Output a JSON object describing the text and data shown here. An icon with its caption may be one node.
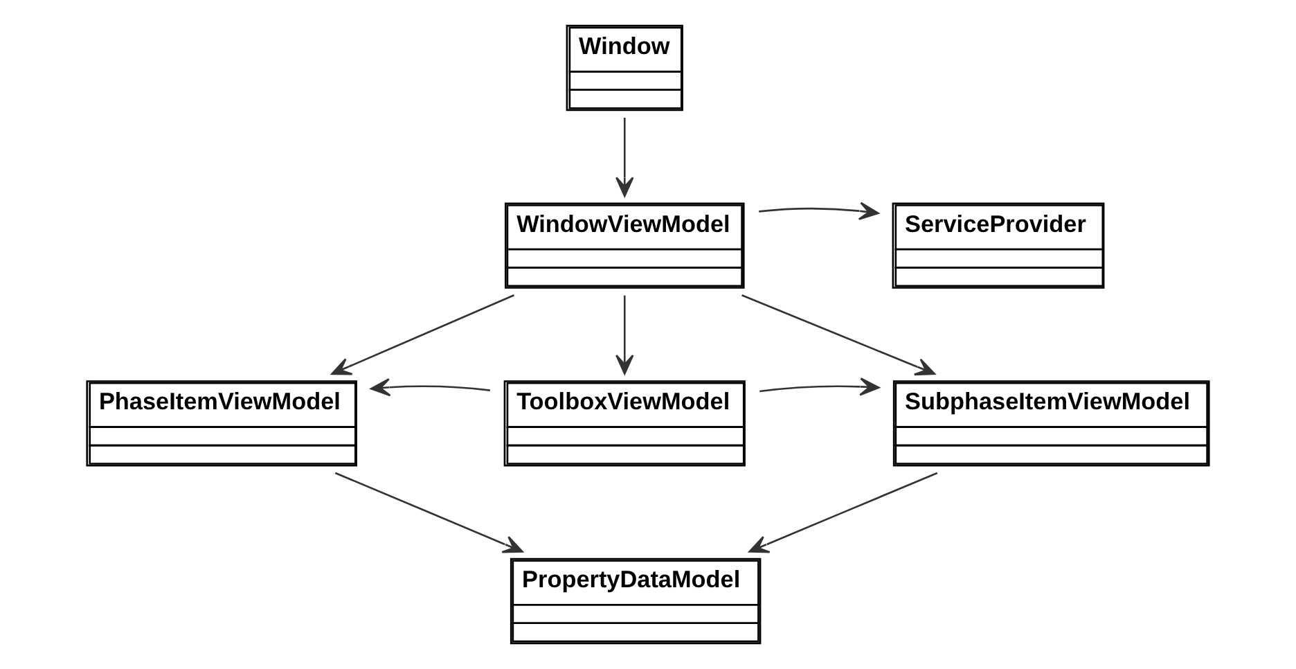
{
  "diagram": {
    "nodes": [
      {
        "text": [
          "Window"
        ]
      },
      {
        "text": [
          "WindowViewModel"
        ]
      },
      {
        "text": [
          "ServiceProvider"
        ]
      },
      {
        "text": [
          "PhaseItemViewModel"
        ]
      },
      {
        "text": [
          "ToolboxViewModel"
        ]
      },
      {
        "text": [
          "SubphaseItemViewModel"
        ]
      },
      {
        "text": [
          "PropertyDataModel"
        ]
      }
    ],
    "edges": [
      {
        "from": 0,
        "to": 1,
        "arrow": "to"
      },
      {
        "from": 1,
        "to": 2,
        "arrow": "to"
      },
      {
        "from": 1,
        "to": 3,
        "arrow": "to"
      },
      {
        "from": 1,
        "to": 4,
        "arrow": "to"
      },
      {
        "from": 1,
        "to": 5,
        "arrow": "to"
      },
      {
        "from": 4,
        "to": 3,
        "arrow": "to"
      },
      {
        "from": 4,
        "to": 5,
        "arrow": "to"
      },
      {
        "from": 3,
        "to": 6,
        "arrow": "to"
      },
      {
        "from": 5,
        "to": 6,
        "arrow": "to"
      }
    ]
  }
}
